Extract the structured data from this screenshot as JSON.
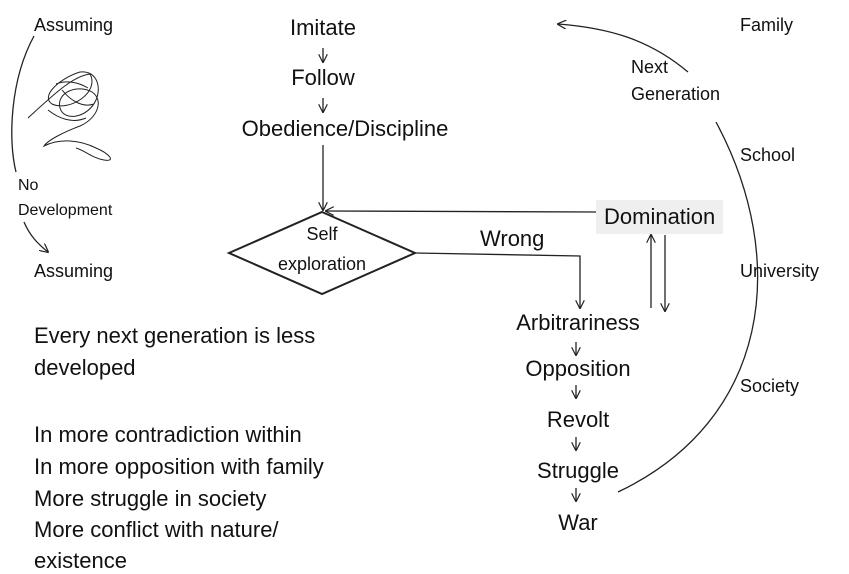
{
  "left": {
    "assuming_top": "Assuming",
    "no_development": [
      "No",
      "Development"
    ],
    "assuming_bottom": "Assuming",
    "summary": [
      "Every next generation is less",
      "developed"
    ],
    "list": [
      "In more contradiction within",
      "In more opposition with family",
      "More struggle in society",
      "More conflict with nature/",
      "existence"
    ]
  },
  "center": {
    "imitate": "Imitate",
    "follow": "Follow",
    "obedience": "Obedience/Discipline",
    "self_exploration": [
      "Self",
      "exploration"
    ],
    "wrong": "Wrong",
    "domination": "Domination"
  },
  "chain": [
    "Arbitrariness",
    "Opposition",
    "Revolt",
    "Struggle",
    "War"
  ],
  "right": {
    "next_generation": [
      "Next",
      "Generation"
    ],
    "family": "Family",
    "school": "School",
    "university": "University",
    "society": "Society"
  }
}
